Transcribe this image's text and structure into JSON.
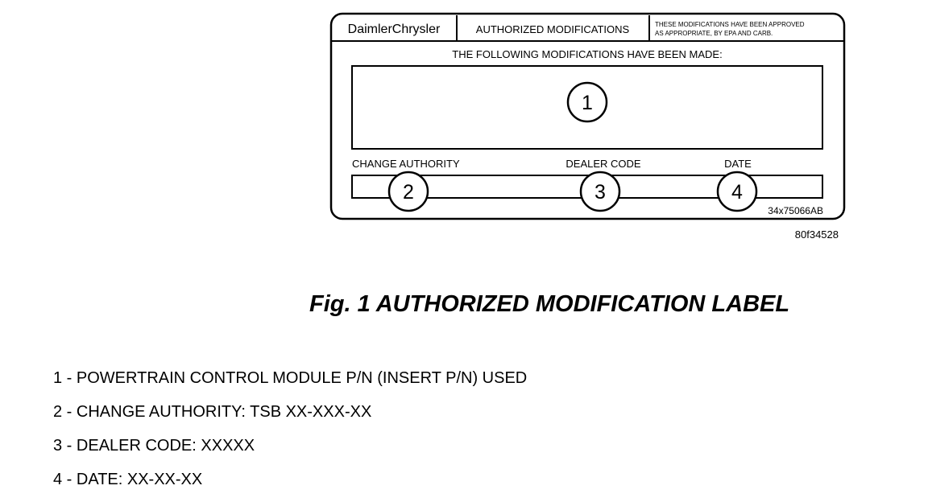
{
  "label": {
    "brand": "DaimlerChrysler",
    "header_title": "AUTHORIZED MODIFICATIONS",
    "approval_note_line1": "THESE MODIFICATIONS HAVE BEEN APPROVED",
    "approval_note_line2": "AS APPROPRIATE, BY EPA AND CARB.",
    "instruction": "THE FOLLOWING MODIFICATIONS HAVE BEEN MADE:",
    "field_labels": {
      "change_authority": "CHANGE AUTHORITY",
      "dealer_code": "DEALER CODE",
      "date": "DATE"
    },
    "callouts": [
      "1",
      "2",
      "3",
      "4"
    ],
    "part_number": "34x75066AB"
  },
  "figure_id": "80f34528",
  "caption": "Fig. 1 AUTHORIZED MODIFICATION LABEL",
  "legend": [
    {
      "num": "1",
      "text": "POWERTRAIN CONTROL MODULE P/N (INSERT P/N) USED"
    },
    {
      "num": "2",
      "text": "CHANGE AUTHORITY: TSB XX-XXX-XX"
    },
    {
      "num": "3",
      "text": "DEALER CODE: XXXXX"
    },
    {
      "num": "4",
      "text": "DATE: XX-XX-XX"
    }
  ]
}
